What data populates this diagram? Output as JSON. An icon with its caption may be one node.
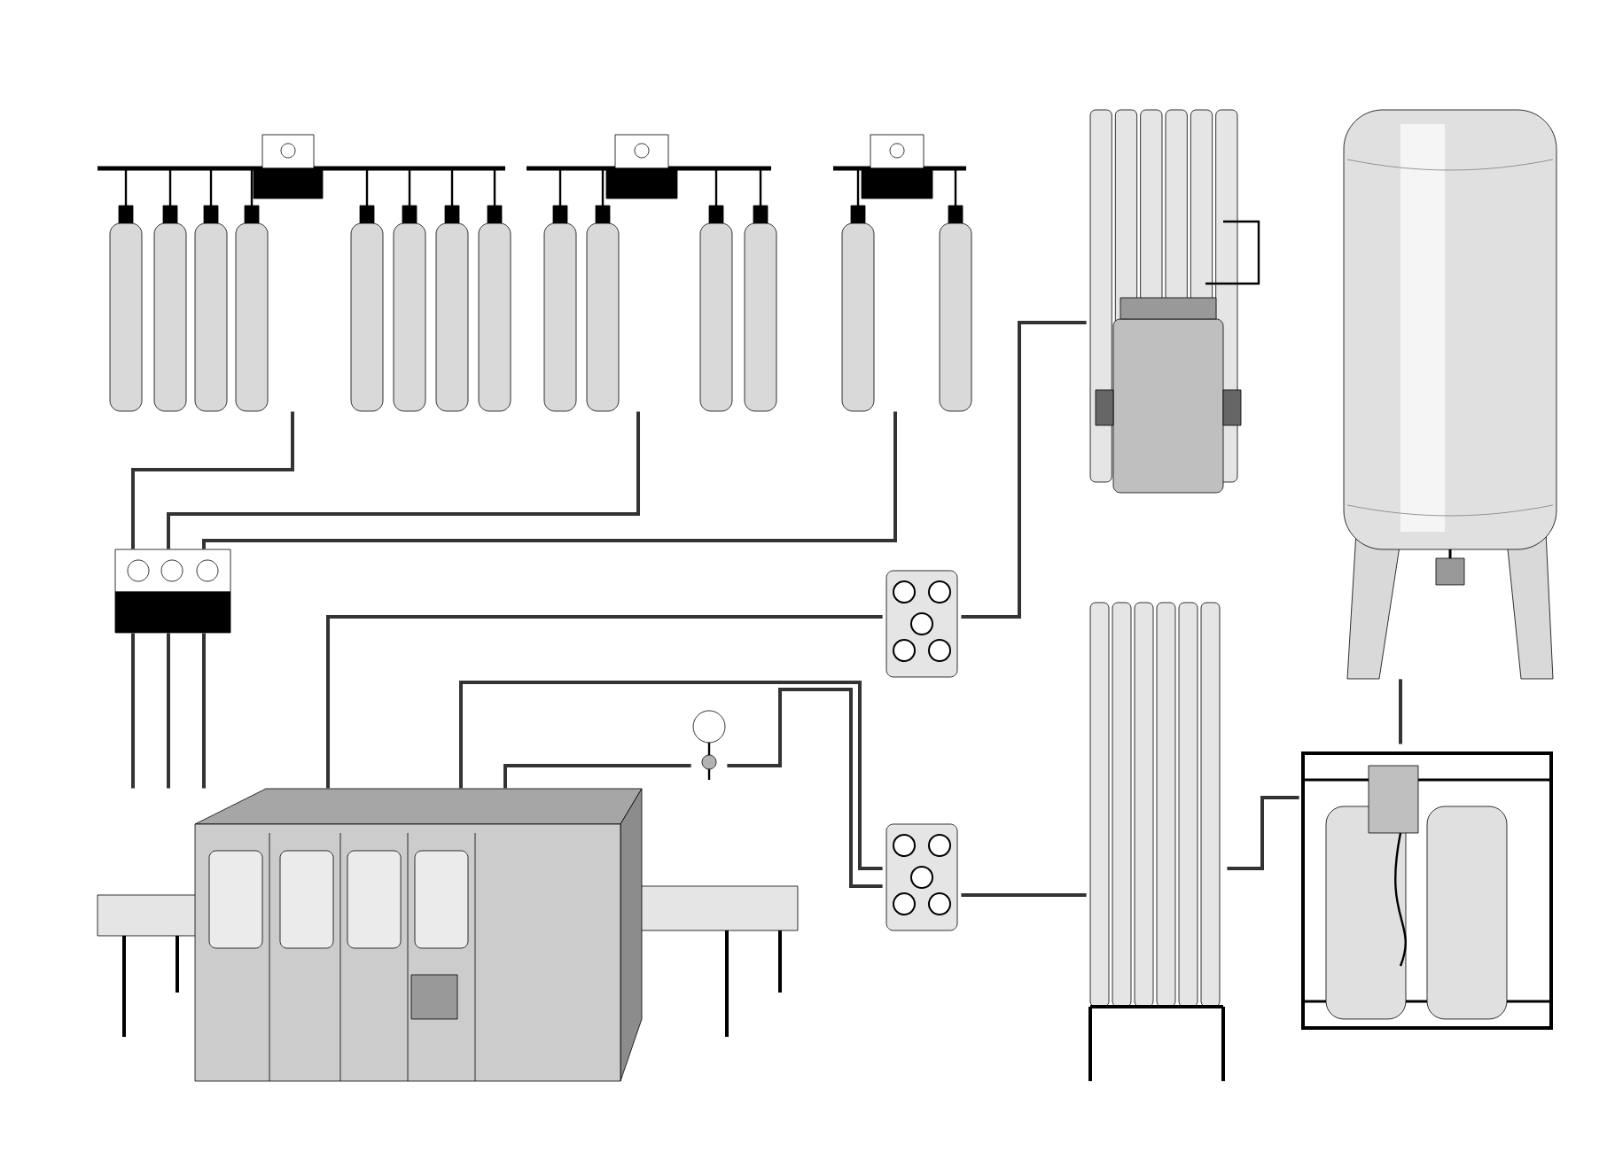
{
  "diagram": {
    "nodes": [
      {
        "text": [],
        "shape": "picture"
      },
      {
        "text": [],
        "shape": "picture"
      },
      {
        "text": [],
        "shape": "picture"
      },
      {
        "text": [],
        "shape": "picture"
      },
      {
        "text": [],
        "shape": "picture"
      },
      {
        "text": [],
        "shape": "picture"
      },
      {
        "text": [],
        "shape": "picture"
      },
      {
        "text": [],
        "shape": "picture"
      },
      {
        "text": [],
        "shape": "picture"
      },
      {
        "text": [],
        "shape": "picture"
      },
      {
        "text": [],
        "shape": "picture"
      },
      {
        "text": [],
        "shape": "picture"
      }
    ],
    "edges": [
      {
        "from": 0,
        "to": 3,
        "arrow": "none"
      },
      {
        "from": 1,
        "to": 3,
        "arrow": "none"
      },
      {
        "from": 2,
        "to": 3,
        "arrow": "none"
      },
      {
        "from": 3,
        "to": 11,
        "arrow": "none"
      },
      {
        "from": 3,
        "to": 11,
        "arrow": "none"
      },
      {
        "from": 3,
        "to": 11,
        "arrow": "none"
      },
      {
        "from": 6,
        "to": 11,
        "arrow": "none"
      },
      {
        "from": 6,
        "to": 4,
        "arrow": "none"
      },
      {
        "from": 11,
        "to": 7,
        "arrow": "none"
      },
      {
        "from": 10,
        "to": 11,
        "arrow": "none"
      },
      {
        "from": 10,
        "to": 7,
        "arrow": "none"
      },
      {
        "from": 7,
        "to": 8,
        "arrow": "none"
      },
      {
        "from": 8,
        "to": 9,
        "arrow": "none"
      },
      {
        "from": 9,
        "to": 5,
        "arrow": "none"
      }
    ]
  }
}
